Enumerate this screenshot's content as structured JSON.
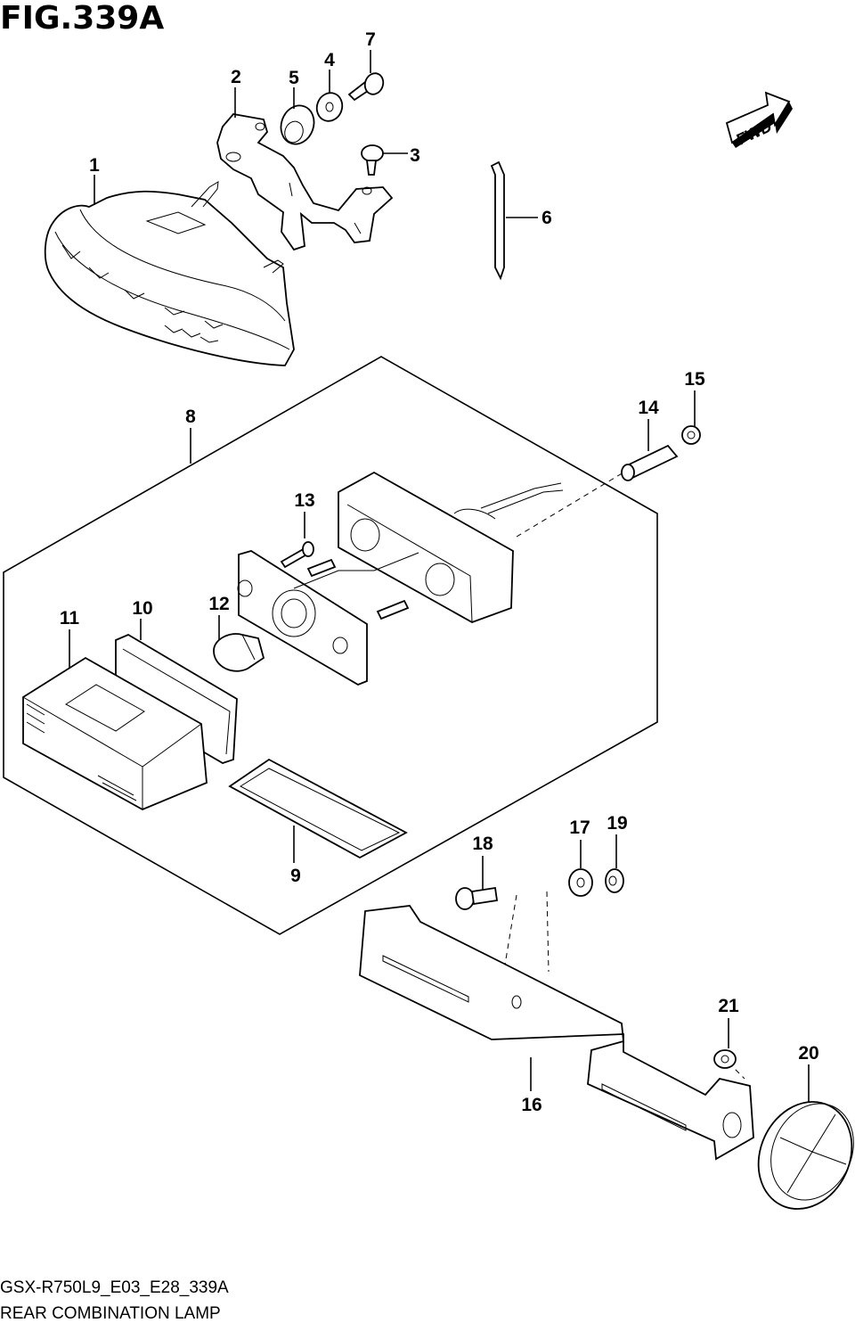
{
  "figure": {
    "title": "FIG.339A",
    "code": "GSX-R750L9_E03_E28_339A",
    "name": "REAR COMBINATION LAMP"
  },
  "fwd_label": "FWD",
  "callouts": [
    "1",
    "2",
    "3",
    "4",
    "5",
    "6",
    "7",
    "8",
    "9",
    "10",
    "11",
    "12",
    "13",
    "14",
    "15",
    "16",
    "17",
    "18",
    "19",
    "20",
    "21"
  ]
}
